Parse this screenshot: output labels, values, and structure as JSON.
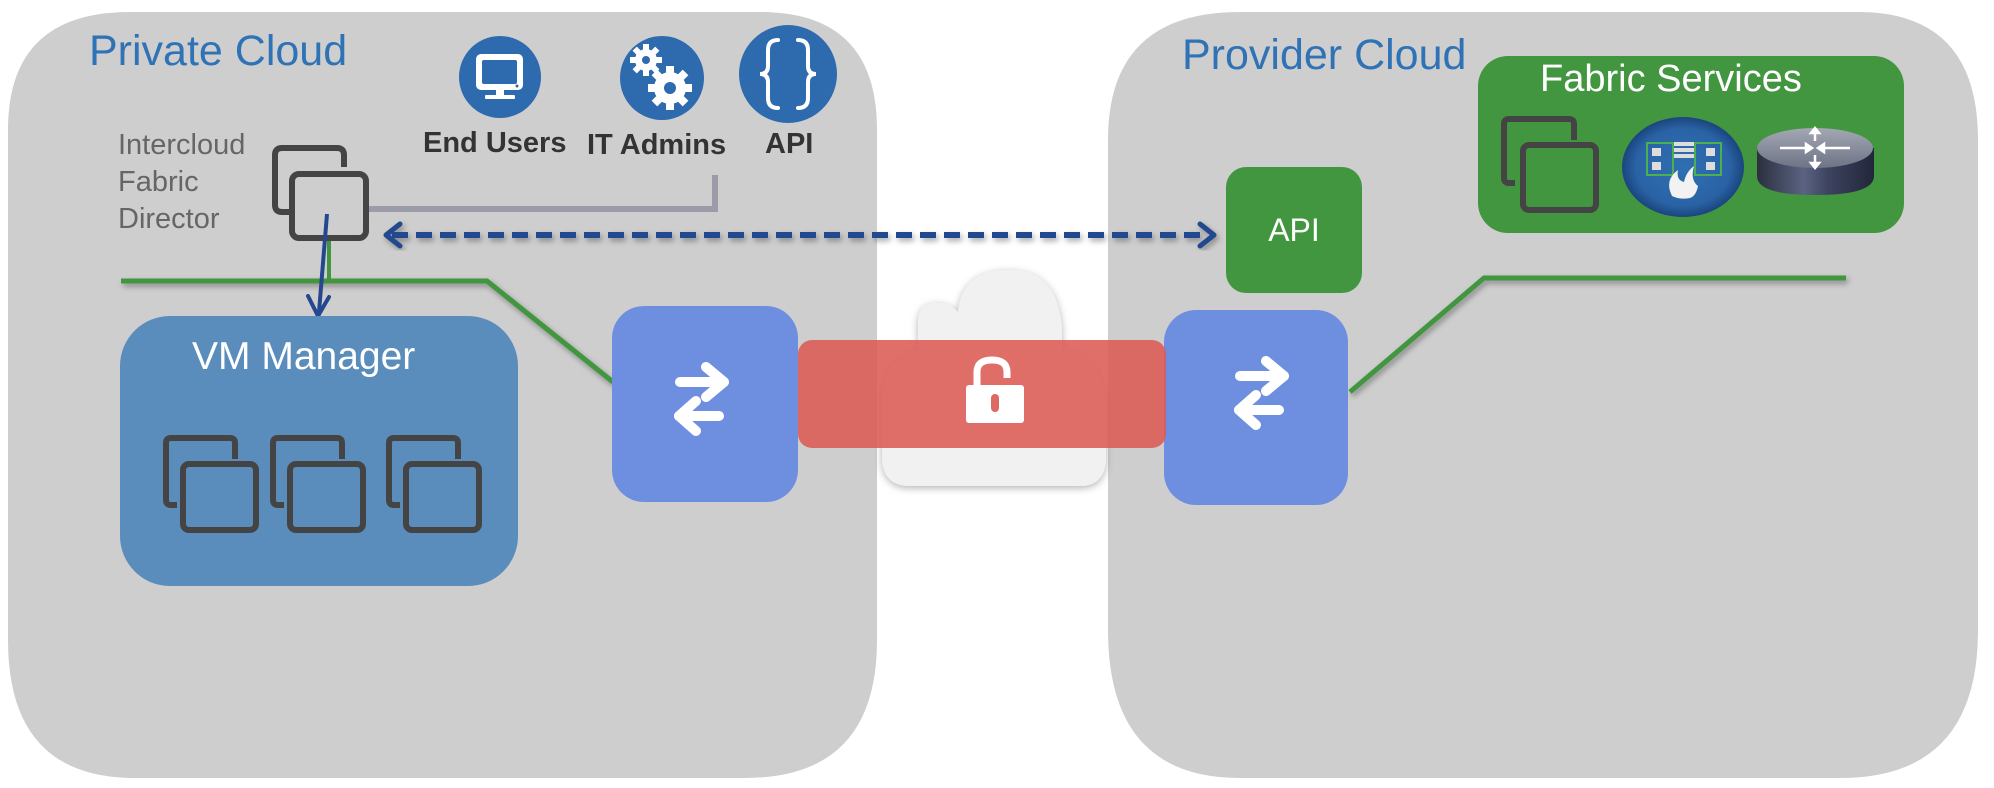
{
  "private_cloud": {
    "title": "Private Cloud",
    "personas": [
      {
        "label": "End Users",
        "icon": "monitor-icon"
      },
      {
        "label": "IT Admins",
        "icon": "gears-icon"
      },
      {
        "label": "API",
        "icon": "curly-braces-icon"
      }
    ],
    "icfd_label_lines": [
      "Intercloud",
      "Fabric",
      "Director"
    ],
    "vm_manager": {
      "title": "VM Manager",
      "vm_count": 3
    }
  },
  "provider_cloud": {
    "title": "Provider Cloud",
    "api_box_label": "API",
    "fabric_services": {
      "title": "Fabric Services",
      "icons": [
        "vm-icon",
        "firewall-icon",
        "router-icon"
      ]
    }
  },
  "secure_tunnel": {
    "icon": "unlocked-padlock-icon"
  },
  "colors": {
    "panel": "#CECECE",
    "title_blue": "#2F72B5",
    "persona_circle": "#2E6AAE",
    "vm_manager": "#5A8CBC",
    "switch_box": "#6E8FE0",
    "green": "#42963F",
    "tunnel_red": "#DC6A64",
    "dashed_arrow": "#23488F"
  }
}
